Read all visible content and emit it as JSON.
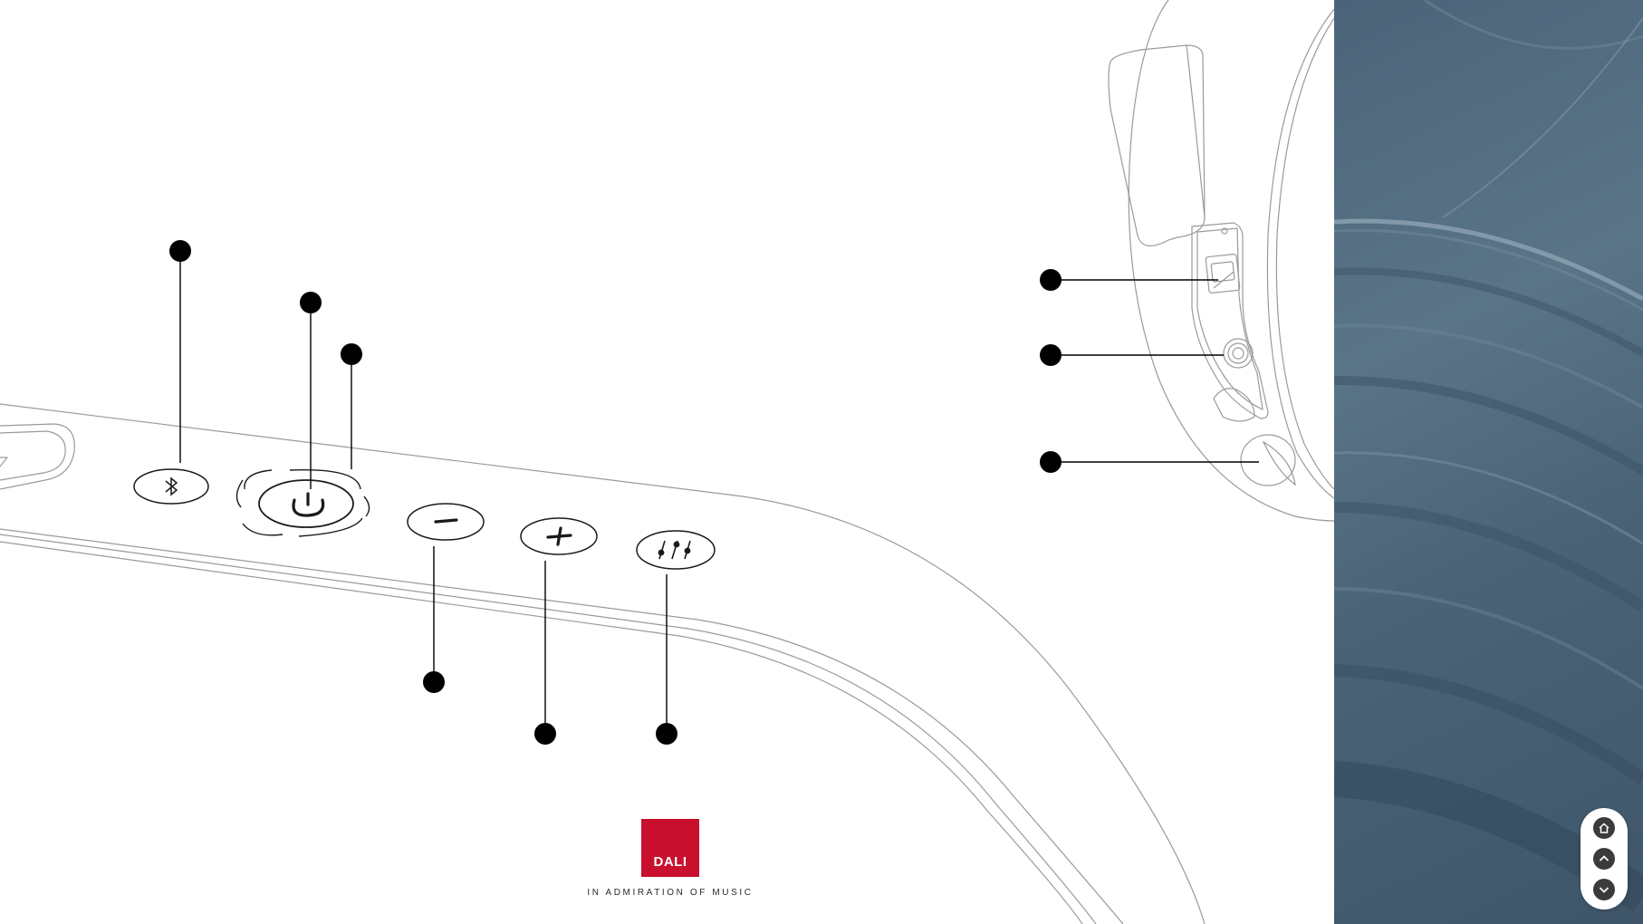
{
  "brand": {
    "logo_text": "DALI",
    "tagline": "IN ADMIRATION OF MUSIC",
    "logo_color": "#c8102e"
  },
  "colors": {
    "panel_blue": "#4f687c",
    "line_art": "#9a9a9a",
    "callout": "#000000"
  },
  "controls": [
    {
      "name": "bluetooth-button",
      "icon": "bluetooth-icon"
    },
    {
      "name": "power-button",
      "icon": "power-icon"
    },
    {
      "name": "power-ring-indicator",
      "icon": "ring-led-icon"
    },
    {
      "name": "volume-down-button",
      "icon": "minus-icon"
    },
    {
      "name": "volume-up-button",
      "icon": "plus-icon"
    },
    {
      "name": "eq-button",
      "icon": "equalizer-icon"
    }
  ],
  "ports": [
    {
      "name": "usb-port",
      "icon": "usb-icon"
    },
    {
      "name": "aux-jack",
      "icon": "jack-icon"
    },
    {
      "name": "strap-mount",
      "icon": "mount-icon"
    }
  ],
  "nav": {
    "home": "home-icon",
    "up": "chevron-up-icon",
    "down": "chevron-down-icon"
  }
}
